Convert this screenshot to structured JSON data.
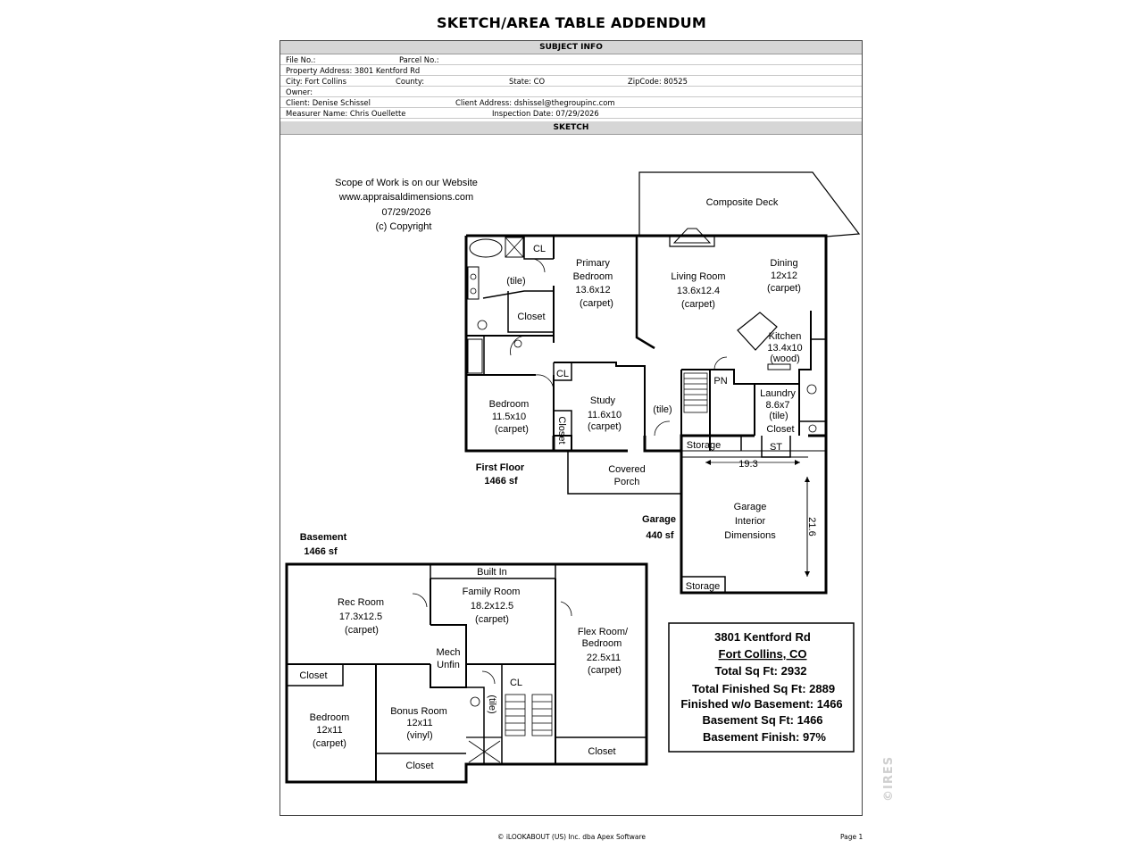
{
  "header": {
    "title": "SKETCH/AREA TABLE ADDENDUM"
  },
  "subject_info": {
    "section_label": "SUBJECT INFO",
    "file_no": "File No.:",
    "parcel_no": "Parcel No.:",
    "property_address": "Property Address: 3801 Kentford Rd",
    "city": "City: Fort Collins",
    "county": "County:",
    "state": "State: CO",
    "zipcode": "ZipCode: 80525",
    "owner": "Owner:",
    "client": "Client: Denise Schissel",
    "client_address": "Client Address: dshissel@thegroupinc.com",
    "measurer": "Measurer Name: Chris Ouellette",
    "inspection_date": "Inspection Date: 07/29/2026"
  },
  "sketch": {
    "section_label": "SKETCH",
    "scope": [
      "Scope of Work is on our Website",
      "www.appraisaldimensions.com",
      "07/29/2026",
      "(c) Copyright"
    ],
    "first_floor": {
      "label": [
        "First Floor",
        "1466 sf"
      ],
      "rooms": {
        "composite_deck": "Composite Deck",
        "cl_bath": "CL",
        "tile_bath": "(tile)",
        "closet_bath": "Closet",
        "primary_bedroom": [
          "Primary",
          "Bedroom",
          "13.6x12",
          "(carpet)"
        ],
        "living_room": [
          "Living Room",
          "13.6x12.4",
          "(carpet)"
        ],
        "dining": [
          "Dining",
          "12x12",
          "(carpet)"
        ],
        "kitchen": [
          "Kitchen",
          "13.4x10",
          "(wood)"
        ],
        "cl_study": "CL",
        "pn": "PN",
        "bedroom": [
          "Bedroom",
          "11.5x10",
          "(carpet)"
        ],
        "study": [
          "Study",
          "11.6x10",
          "(carpet)"
        ],
        "closet_vertical": "Closet",
        "tile_foyer": "(tile)",
        "laundry": [
          "Laundry",
          "8.6x7",
          "(tile)"
        ],
        "closet_laundry": "Closet",
        "covered_porch": [
          "Covered",
          "Porch"
        ]
      }
    },
    "garage": {
      "label": [
        "Garage",
        "440 sf"
      ],
      "storage_top": "Storage",
      "st": "ST",
      "width_dim": "19.3",
      "depth_dim": "21.6",
      "interior": [
        "Garage",
        "Interior",
        "Dimensions"
      ],
      "storage_bottom": "Storage"
    },
    "basement": {
      "label": [
        "Basement",
        "1466 sf"
      ],
      "rooms": {
        "built_in": "Built In",
        "rec_room": [
          "Rec Room",
          "17.3x12.5",
          "(carpet)"
        ],
        "family_room": [
          "Family Room",
          "18.2x12.5",
          "(carpet)"
        ],
        "flex_room": [
          "Flex Room/",
          "Bedroom",
          "22.5x11",
          "(carpet)"
        ],
        "mech": [
          "Mech",
          "Unfin"
        ],
        "closet_left": "Closet",
        "cl_stairs": "CL",
        "tile_bath": "(tile)",
        "bedroom": [
          "Bedroom",
          "12x11",
          "(carpet)"
        ],
        "bonus_room": [
          "Bonus Room",
          "12x11",
          "(vinyl)"
        ],
        "closet_bonus": "Closet",
        "closet_flex": "Closet"
      }
    },
    "summary": {
      "address": "3801 Kentford Rd",
      "city": "Fort Collins, CO",
      "total_sqft": "Total Sq Ft: 2932",
      "total_finished": "Total Finished Sq Ft: 2889",
      "finished_wo_basement": "Finished w/o Basement: 1466",
      "basement_sqft": "Basement Sq Ft: 1466",
      "basement_finish": "Basement Finish: 97%"
    }
  },
  "footer": {
    "copyright": "© iLOOKABOUT (US) Inc. dba Apex Software",
    "page": "Page 1"
  },
  "watermark": "©IRES"
}
